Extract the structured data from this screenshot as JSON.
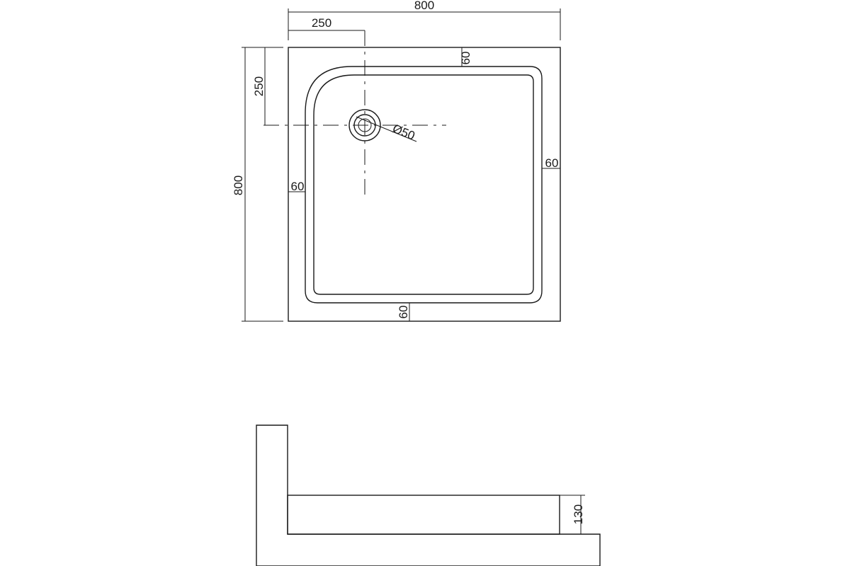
{
  "top_view": {
    "dim_total_width": "800",
    "dim_drain_offset_x": "250",
    "dim_total_height": "800",
    "dim_drain_offset_y": "250",
    "dim_rim_top": "60",
    "dim_rim_right": "60",
    "dim_rim_left": "60",
    "dim_rim_bottom": "60",
    "dim_drain_diameter": "Ø50"
  },
  "section_view": {
    "dim_height": "130"
  }
}
